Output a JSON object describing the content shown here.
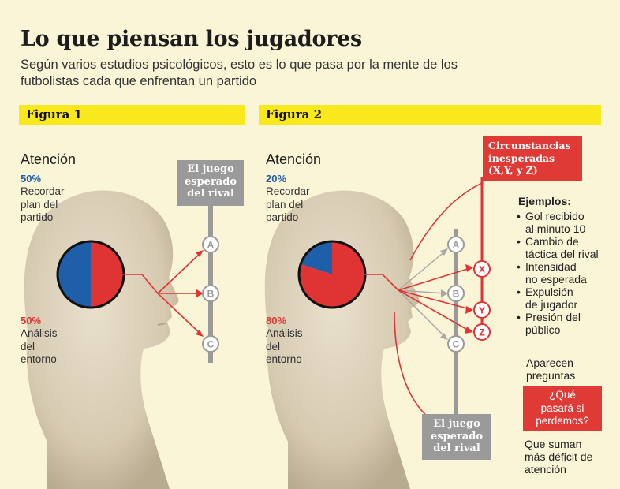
{
  "header": {
    "title": "Lo que piensan los jugadores",
    "subtitle": "Según varios estudios psicológicos, esto es lo que pasa por la mente de los futbolistas cada que enfrentan un partido"
  },
  "figura1": {
    "label": "Figura 1",
    "attention_label": "Atención",
    "blue_pct": "50%",
    "blue_desc": [
      "Recordar",
      "plan del",
      "partido"
    ],
    "red_pct": "50%",
    "red_desc": [
      "Análisis",
      "del",
      "entorno"
    ],
    "box_label": [
      "El juego",
      "esperado",
      "del rival"
    ],
    "nodes": [
      "A",
      "B",
      "C"
    ]
  },
  "figura2": {
    "label": "Figura 2",
    "attention_label": "Atención",
    "blue_pct": "20%",
    "blue_desc": [
      "Recordar",
      "plan del",
      "partido"
    ],
    "red_pct": "80%",
    "red_desc": [
      "Análisis",
      "del",
      "entorno"
    ],
    "box_label": [
      "El juego",
      "esperado",
      "del rival"
    ],
    "nodes": [
      "A",
      "B",
      "C"
    ],
    "unexpected_nodes": [
      "X",
      "Y",
      "Z"
    ],
    "circumstances_label": [
      "Circunstancias",
      "inesperadas",
      "(X,Y, y Z)"
    ],
    "examples_title": "Ejemplos:",
    "examples": [
      [
        "Gol recibido",
        "al minuto 10"
      ],
      [
        "Cambio de",
        "táctica del rival"
      ],
      [
        "Intensidad",
        "no esperada"
      ],
      [
        "Expulsión",
        "de jugador"
      ],
      [
        "Presión del",
        "público"
      ]
    ],
    "questions_intro": [
      "Aparecen",
      "preguntas"
    ],
    "question": [
      "¿Qué",
      "pasará si",
      "perdemos?"
    ],
    "deficit_text": [
      "Que suman",
      "más déficit de",
      "atención"
    ]
  },
  "chart_data": [
    {
      "type": "pie",
      "categories": [
        "Recordar plan del partido",
        "Análisis del entorno"
      ],
      "values": [
        50,
        50
      ],
      "colors": [
        "#1f5ea8",
        "#e03434"
      ]
    },
    {
      "type": "pie",
      "categories": [
        "Recordar plan del partido",
        "Análisis del entorno"
      ],
      "values": [
        20,
        80
      ],
      "colors": [
        "#1f5ea8",
        "#e03434"
      ]
    }
  ],
  "colors": {
    "background": "#fbf5d8",
    "header_bar": "#f8e81c",
    "blue": "#1f5ea8",
    "red": "#e03434",
    "gray": "#9a9a9a",
    "head": "#d8cdb6"
  }
}
